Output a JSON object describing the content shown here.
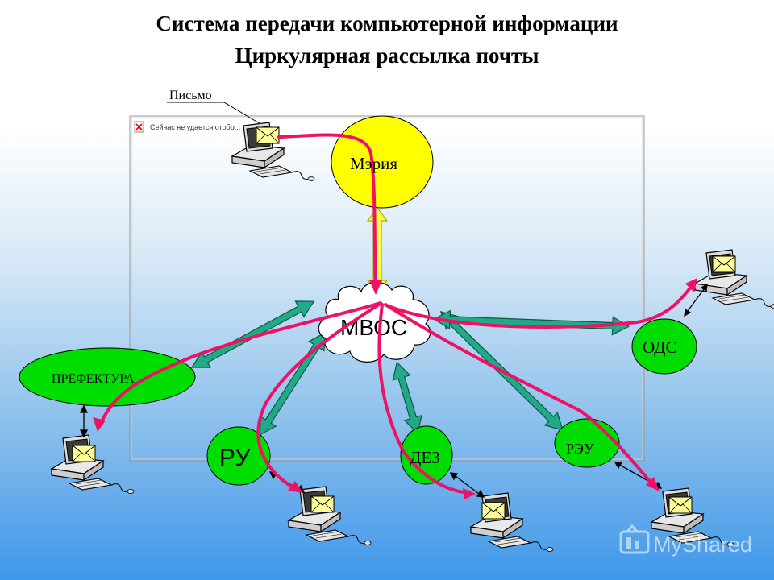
{
  "title": {
    "line1": "Система передачи компьютерной информации",
    "line2": "Циркулярная рассылка почты"
  },
  "letter_label": "Письмо",
  "broken_image_text": "Сейчас не удается отобр... унок.",
  "nodes": {
    "meria": "Мэрия",
    "mvos": "МВОС",
    "prefektura": "ПРЕФЕКТУРА",
    "ods": "ОДС",
    "ru": "РУ",
    "dez": "ДЕЗ",
    "reu": "РЭУ"
  },
  "watermark": "MyShared",
  "colors": {
    "yellow_node": "#ffff00",
    "green_node": "#00dd00",
    "mail_route": "#ee1166",
    "link_arrow": "#22aa88",
    "yellow_arrow": "#ffff44"
  },
  "icons": [
    "computer-icon",
    "envelope-icon",
    "cloud-icon",
    "myshared-logo-icon",
    "broken-image-icon"
  ]
}
